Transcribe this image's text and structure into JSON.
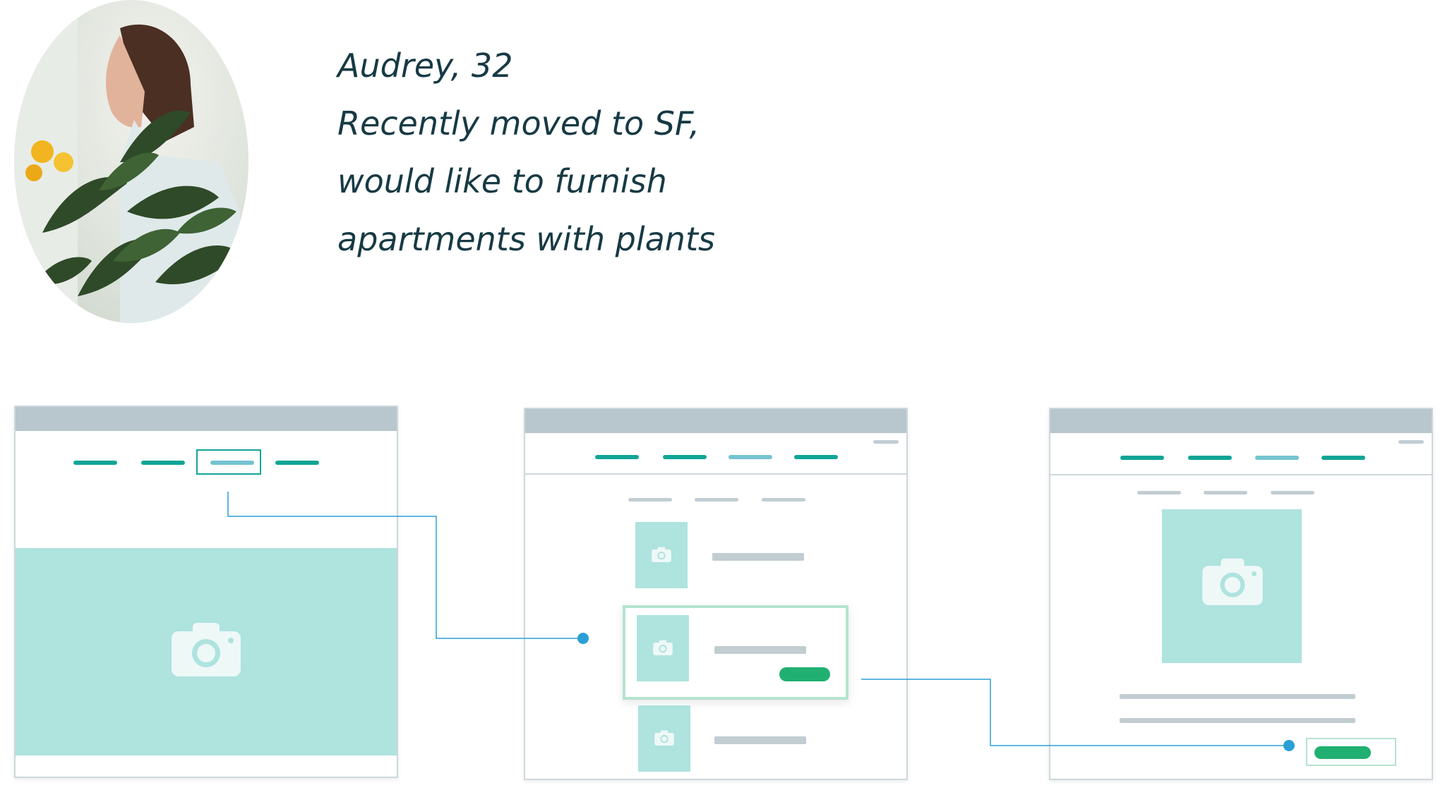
{
  "persona": {
    "name_age": "Audrey, 32",
    "line1": "Recently moved to SF,",
    "line2": "would like to furnish",
    "line3": "apartments with plants"
  },
  "colors": {
    "text": "#173a44",
    "topbar": "#b8c6cd",
    "nav_active": "#11a597",
    "nav_selected": "#75c3d2",
    "image_placeholder": "#aee3de",
    "cta_button": "#20b071",
    "connector": "#2a9fd6",
    "highlight_border": "#b5e3ce"
  },
  "icons": {
    "image_placeholder": "camera-icon",
    "connector_end": "dot-icon"
  }
}
